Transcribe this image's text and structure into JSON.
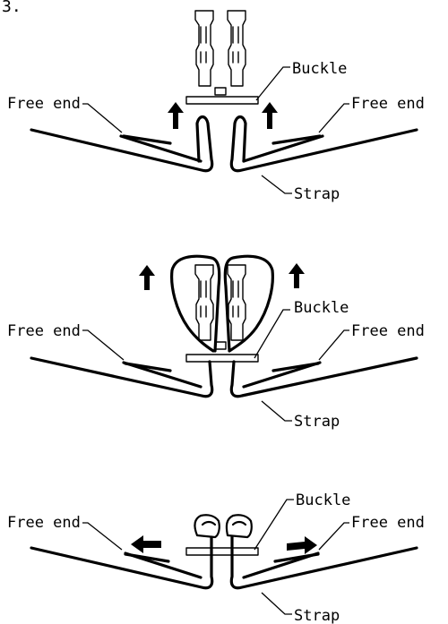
{
  "step_number": "3.",
  "panels": [
    {
      "buckle_label": "Buckle",
      "free_end_left_label": "Free end",
      "free_end_right_label": "Free end",
      "strap_label": "Strap"
    },
    {
      "buckle_label": "Buckle",
      "free_end_left_label": "Free end",
      "free_end_right_label": "Free end",
      "strap_label": "Strap"
    },
    {
      "buckle_label": "Buckle",
      "free_end_left_label": "Free end",
      "free_end_right_label": "Free end",
      "strap_label": "Strap"
    }
  ]
}
